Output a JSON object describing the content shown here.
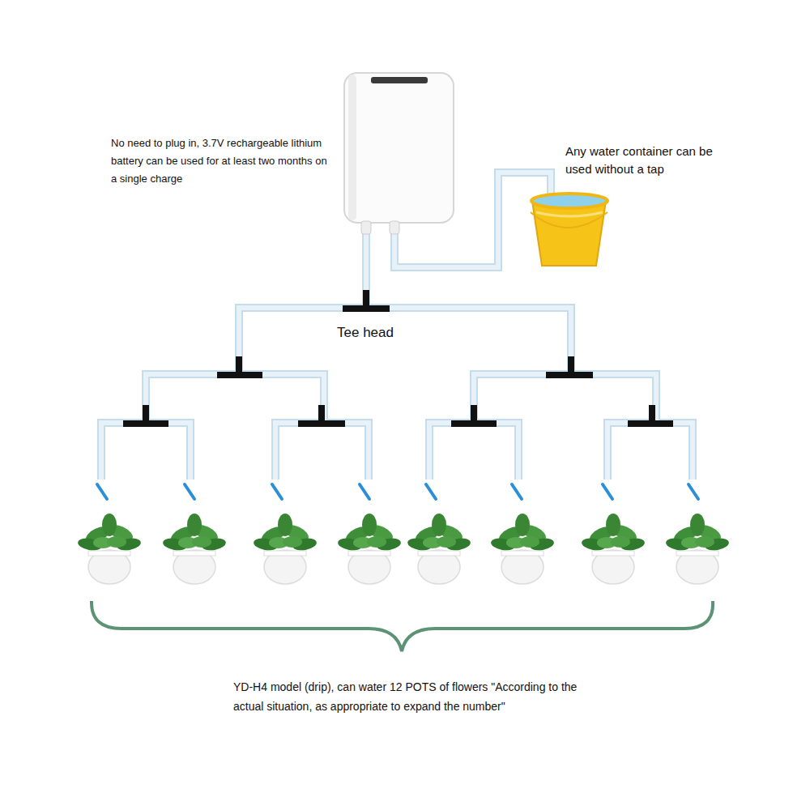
{
  "diagram": {
    "caption": "YD-H4 model (drip), can water 12 POTS of flowers \"According to the actual situation, as appropriate to expand the number\"",
    "labels": [
      "No need to plug in, 3.7V rechargeable lithium battery can be used for at least two months on a single charge",
      "Any water container can be used without a tap",
      "Tee head"
    ]
  }
}
